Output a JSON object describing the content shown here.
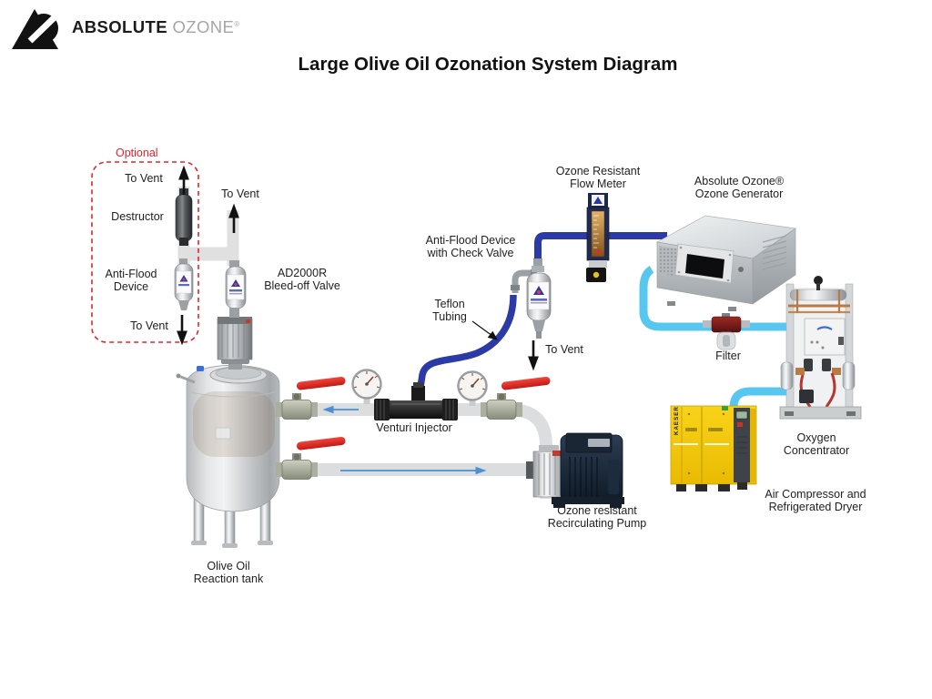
{
  "logo": {
    "brand_bold": "ABSOLUTE",
    "brand_light": "OZONE",
    "reg": "®"
  },
  "title": "Large Olive Oil Ozonation System Diagram",
  "labels": {
    "optional": "Optional",
    "to_vent": "To Vent",
    "destructor": "Destructor",
    "anti_flood_device": "Anti-Flood\nDevice",
    "bleed_off_valve": "AD2000R\nBleed-off Valve",
    "flow_meter": "Ozone Resistant\nFlow Meter",
    "ozone_generator": "Absolute Ozone®\nOzone Generator",
    "anti_flood_check_valve": "Anti-Flood Device\nwith Check Valve",
    "teflon_tubing": "Teflon\nTubing",
    "venturi_injector": "Venturi Injector",
    "filter": "Filter",
    "oxygen_concentrator": "Oxygen\nConcentrator",
    "air_compressor": "Air Compressor and\nRefrigerated Dryer",
    "recirculating_pump": "Ozone resistant\nRecirculating Pump",
    "reaction_tank": "Olive Oil\nReaction tank"
  },
  "device_text": {
    "kaeser": "KAESER"
  },
  "colors": {
    "accent_red": "#e5232b",
    "ozone_tube_blue": "#2c3aa5",
    "air_tube_cyan": "#58c7ef",
    "pipe_gray": "#dcdcdc",
    "compressor_yellow": "#f2c405",
    "valve_handle_red": "#e62b26"
  }
}
